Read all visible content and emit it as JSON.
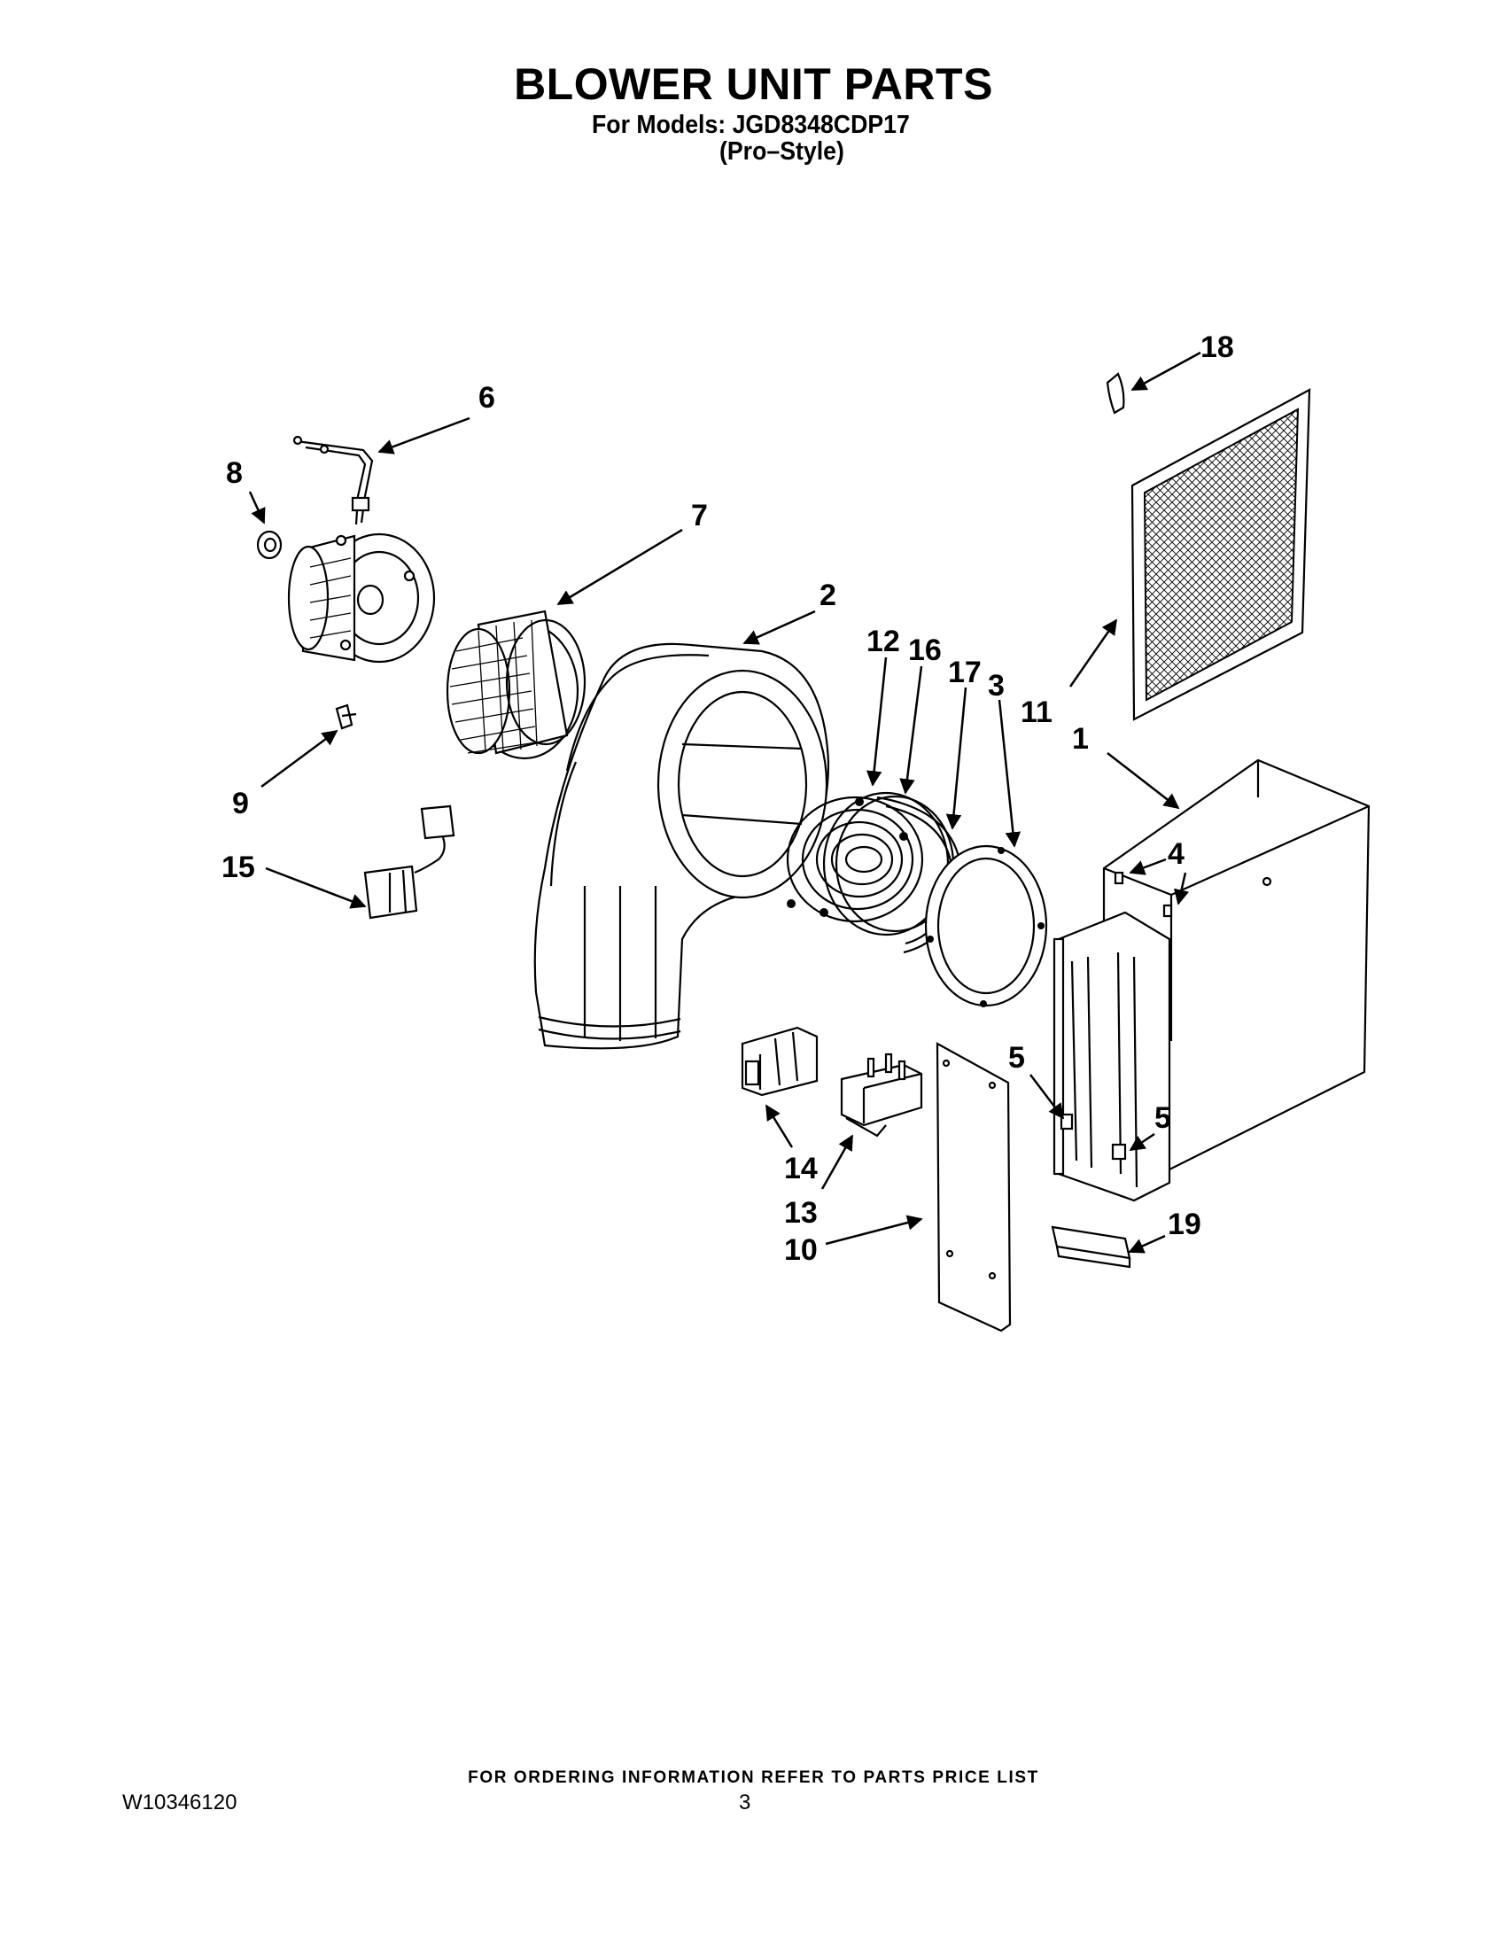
{
  "header": {
    "title": "BLOWER UNIT PARTS",
    "models_line": "For Models: JGD8348CDP17",
    "model_note": "(Pro–Style)"
  },
  "diagram": {
    "callouts": [
      "1",
      "2",
      "3",
      "4",
      "5",
      "5",
      "6",
      "7",
      "8",
      "9",
      "10",
      "11",
      "12",
      "13",
      "14",
      "15",
      "16",
      "17",
      "18",
      "19"
    ]
  },
  "footer": {
    "ordering_note": "FOR ORDERING INFORMATION REFER TO PARTS PRICE LIST",
    "doc_number": "W10346120",
    "page_number": "3"
  }
}
